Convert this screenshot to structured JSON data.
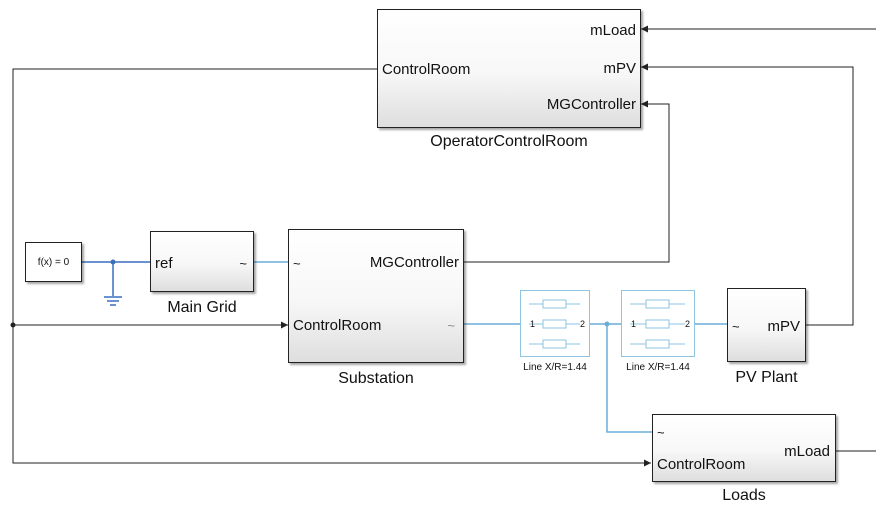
{
  "colors": {
    "signal_line": "#222222",
    "physical_line": "#6aaed8",
    "ground_line": "#3a6fc0",
    "line_block_border": "#8ec5e0"
  },
  "blocks": {
    "operator": {
      "caption": "OperatorControlRoom",
      "port_controlroom": "ControlRoom",
      "port_mload": "mLoad",
      "port_mpv": "mPV",
      "port_mgcontroller": "MGController"
    },
    "fx": {
      "label": "f(x) = 0"
    },
    "main_grid": {
      "caption": "Main Grid",
      "port_ref": "ref",
      "port_tilde": "~"
    },
    "substation": {
      "caption": "Substation",
      "port_tilde": "~",
      "port_mgcontroller": "MGController",
      "port_controlroom": "ControlRoom",
      "port_tilde_out": "~"
    },
    "line1": {
      "caption": "Line X/R=1.44",
      "port1": "1",
      "port2": "2"
    },
    "line2": {
      "caption": "Line X/R=1.44",
      "port1": "1",
      "port2": "2"
    },
    "pv_plant": {
      "caption": "PV Plant",
      "port_tilde": "~",
      "port_mpv": "mPV"
    },
    "loads": {
      "caption": "Loads",
      "port_tilde": "~",
      "port_controlroom": "ControlRoom",
      "port_mload": "mLoad"
    }
  }
}
